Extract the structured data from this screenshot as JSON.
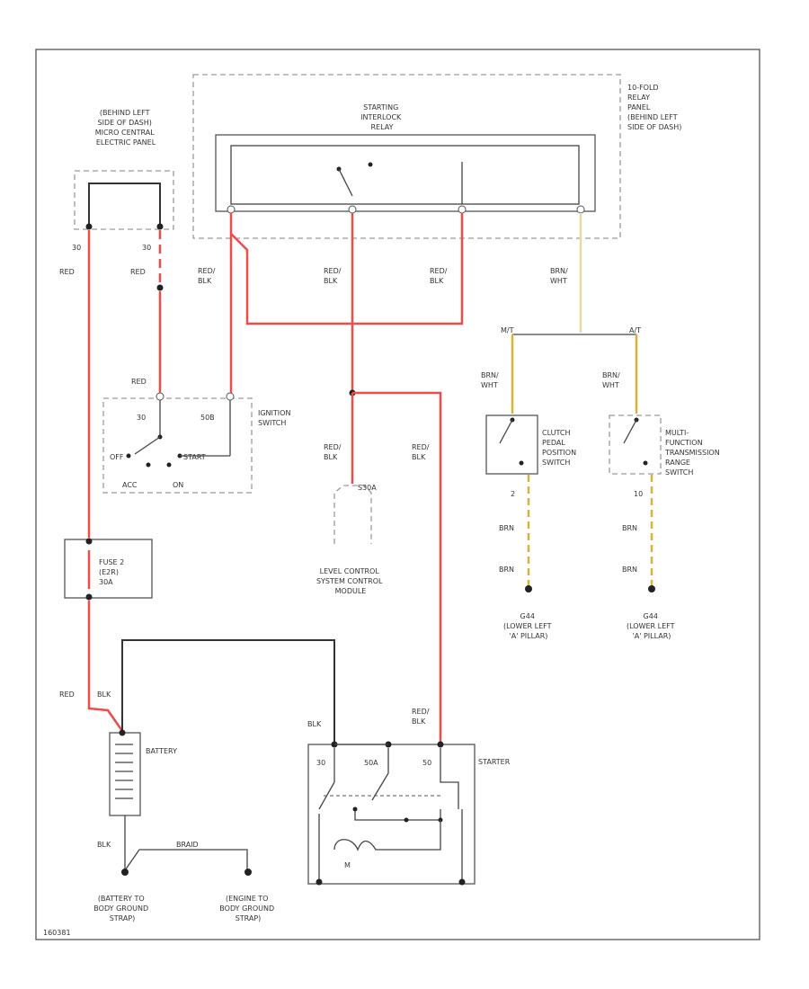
{
  "labels": {
    "relay_panel_loc": [
      "10-FOLD",
      "RELAY",
      "PANEL",
      "(BEHIND LEFT",
      "SIDE OF DASH)"
    ],
    "relay_name": [
      "STARTING",
      "INTERLOCK",
      "RELAY"
    ],
    "micro_central": [
      "(BEHIND LEFT",
      "SIDE OF DASH)",
      "MICRO CENTRAL",
      "ELECTRIC PANEL"
    ],
    "mc_pin_left": "30",
    "mc_pin_right": "30",
    "ignition_switch": [
      "IGNITION",
      "SWITCH"
    ],
    "ign_pin_30": "30",
    "ign_pin_50b": "50B",
    "ign_off": "OFF",
    "ign_start": "START",
    "ign_acc": "ACC",
    "ign_on": "ON",
    "fuse": [
      "FUSE 2",
      "(E2R)",
      "30A"
    ],
    "level_control_pin": "S30A",
    "level_control": [
      "LEVEL CONTROL",
      "SYSTEM CONTROL",
      "MODULE"
    ],
    "clutch_switch": [
      "CLUTCH",
      "PEDAL",
      "POSITION",
      "SWITCH"
    ],
    "clutch_pin": "2",
    "mfts": [
      "MULTI-",
      "FUNCTION",
      "TRANSMISSION",
      "RANGE",
      "SWITCH"
    ],
    "mfts_pin": "10",
    "splice_mt": "M/T",
    "splice_at": "A/T",
    "g44_left": [
      "G44",
      "(LOWER LEFT",
      "'A' PILLAR)"
    ],
    "g44_right": [
      "G44",
      "(LOWER LEFT",
      "'A' PILLAR)"
    ],
    "battery": "BATTERY",
    "starter": "STARTER",
    "starter_pin_30": "30",
    "starter_pin_50a": "50A",
    "starter_pin_50": "50",
    "motor": "M",
    "batt_ground": [
      "(BATTERY TO",
      "BODY GROUND",
      "STRAP)"
    ],
    "engine_ground": [
      "(ENGINE TO",
      "BODY GROUND",
      "STRAP)"
    ],
    "figure_id": "160381"
  },
  "wires": {
    "red": "RED",
    "red_blk": [
      "RED/",
      "BLK"
    ],
    "brn": "BRN",
    "brn_wht": [
      "BRN/",
      "WHT"
    ],
    "blk": "BLK",
    "braid": "BRAID"
  },
  "colors": {
    "red_wire": "#ee4b4b",
    "yellow_wire": "#d8b23a",
    "tan_wire": "#e6d9a8",
    "black_wire": "#333333"
  }
}
